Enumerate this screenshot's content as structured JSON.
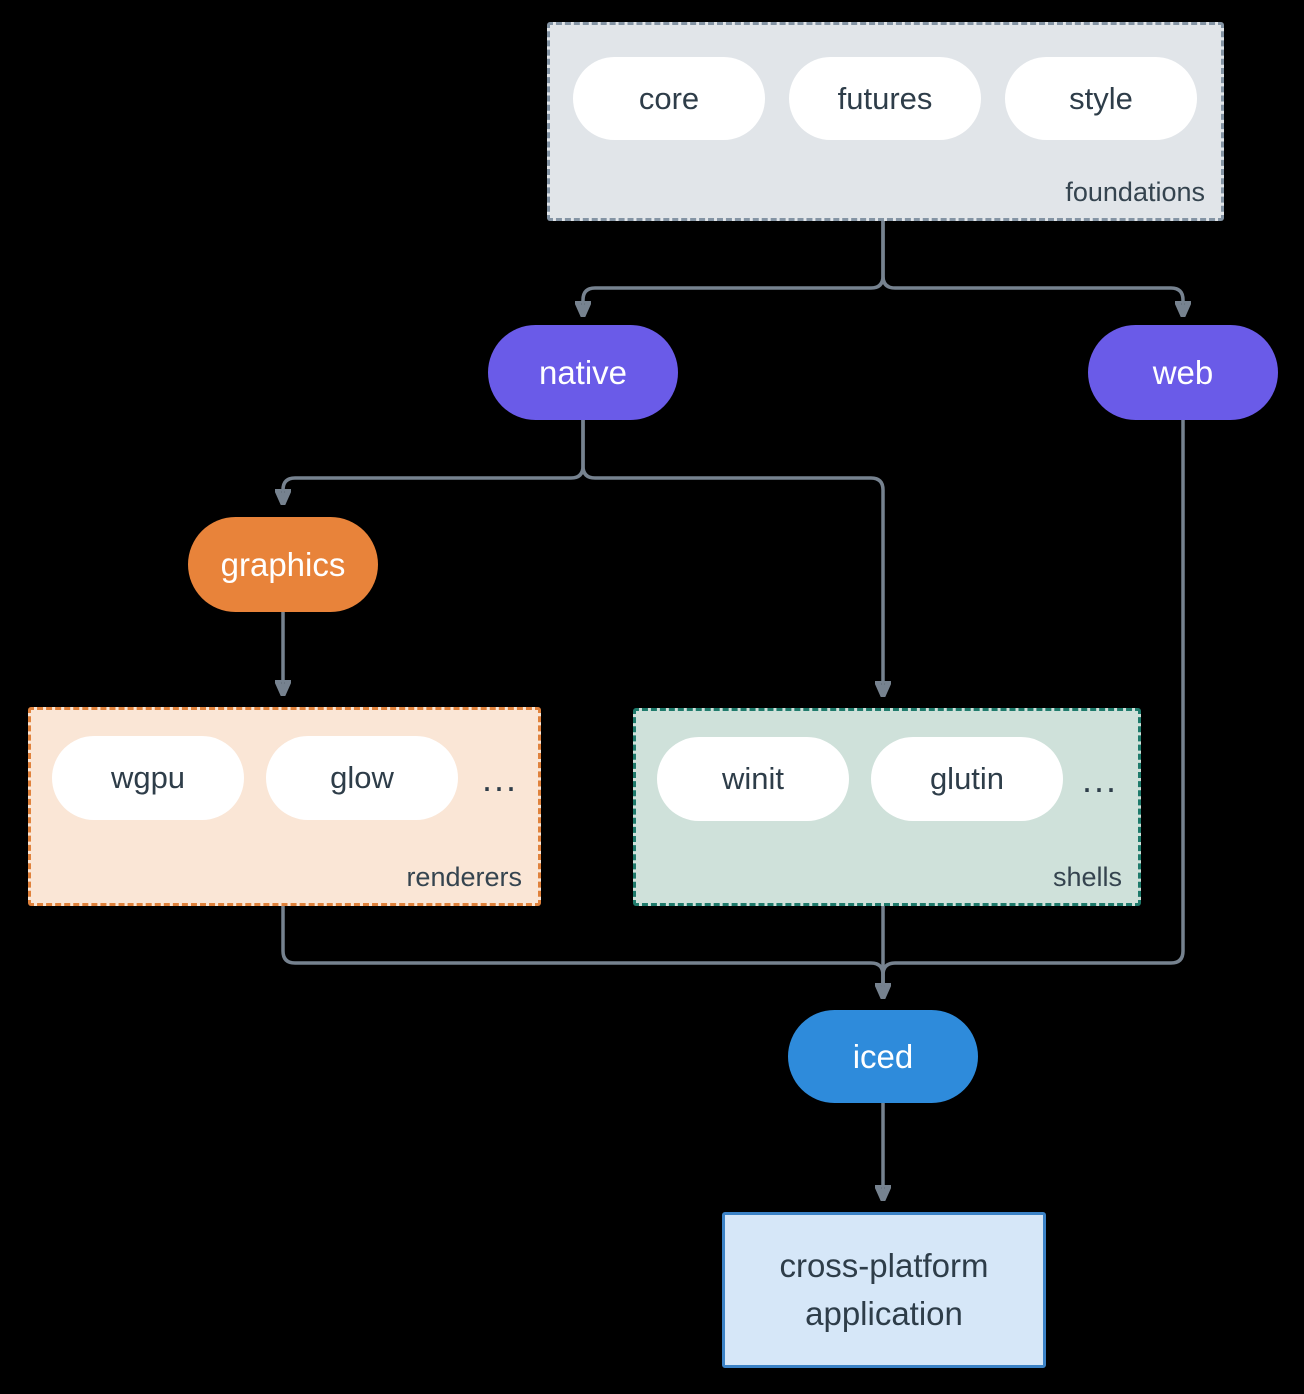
{
  "diagram": {
    "background_color": "#000000",
    "connector_color": "#76828f",
    "text_color": "#2e3d49",
    "groups": {
      "foundations": {
        "label": "foundations",
        "fill": "#e1e5e9",
        "border": "#8494a4",
        "items": [
          "core",
          "futures",
          "style"
        ]
      },
      "renderers": {
        "label": "renderers",
        "fill": "#fae6d6",
        "border": "#e0823c",
        "items": [
          "wgpu",
          "glow"
        ],
        "ellipsis": "..."
      },
      "shells": {
        "label": "shells",
        "fill": "#cfe1da",
        "border": "#1e7a6b",
        "items": [
          "winit",
          "glutin"
        ],
        "ellipsis": "..."
      }
    },
    "nodes": {
      "native": {
        "label": "native",
        "fill": "#6a5be8"
      },
      "web": {
        "label": "web",
        "fill": "#6a5be8"
      },
      "graphics": {
        "label": "graphics",
        "fill": "#e8833a"
      },
      "iced": {
        "label": "iced",
        "fill": "#2e8bdb"
      },
      "application": {
        "label": "cross-platform application",
        "fill": "#d6e7f8",
        "border": "#3b82c6"
      }
    },
    "edges": [
      {
        "from": "foundations",
        "to": "native"
      },
      {
        "from": "foundations",
        "to": "web"
      },
      {
        "from": "native",
        "to": "graphics"
      },
      {
        "from": "native",
        "to": "shells"
      },
      {
        "from": "graphics",
        "to": "renderers"
      },
      {
        "from": "renderers",
        "to": "iced"
      },
      {
        "from": "shells",
        "to": "iced"
      },
      {
        "from": "web",
        "to": "iced"
      },
      {
        "from": "iced",
        "to": "application"
      }
    ]
  }
}
